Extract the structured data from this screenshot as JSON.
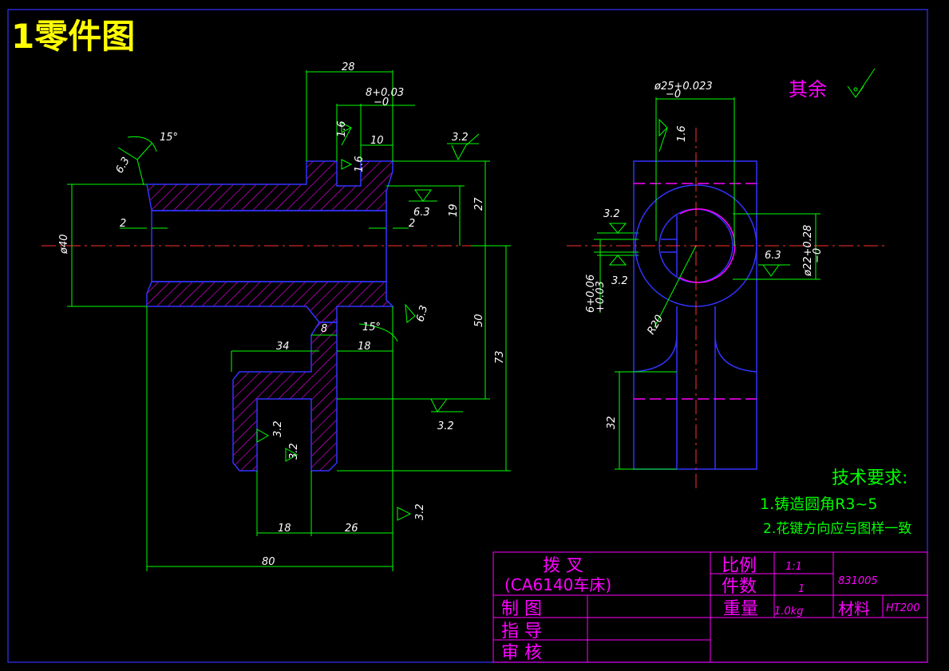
{
  "title": "1零件图",
  "rest_roughness": "其余",
  "dims": {
    "d28": "28",
    "d8tol": "8+0.03",
    "d8tol_lower": "−0",
    "d10": "10",
    "d15a": "15°",
    "d15b": "15°",
    "d2a": "2",
    "d2b": "2",
    "d40": "ø40",
    "d19": "19",
    "d27": "27",
    "d50": "50",
    "d73": "73",
    "d8": "8",
    "d34": "34",
    "d18a": "18",
    "d18b": "18",
    "d26": "26",
    "d80": "80",
    "d25": "ø25+0.023",
    "d25_lower": "−0",
    "d22": "ø22+0.28",
    "d22_lower": "−0",
    "d6": "6+0.06",
    "d6_lower": "+0.03",
    "dR20": "R20",
    "d32": "32"
  },
  "roughness": {
    "r63a": "6.3",
    "r16a": "1.6",
    "r16b": "1.6",
    "r32a": "3.2",
    "r63b": "6.3",
    "r63c": "6.3",
    "r32b": "3.2",
    "r32c": "3.2",
    "r32d": "3.2",
    "r32e": "3.2",
    "r16c": "1.6",
    "r32f": "3.2",
    "r32g": "3.2",
    "r63d": "6.3"
  },
  "tech": {
    "heading": "技术要求:",
    "item1": "1.铸造圆角R3~5",
    "item2": "2.花键方向应与图样一致"
  },
  "title_block": {
    "part_name": "拨          叉",
    "machine": "(CA6140车床)",
    "scale_label": "比例",
    "scale_value": "1:1",
    "count_label": "件数",
    "count_value": "1",
    "drawing_no": "831005",
    "weight_label": "重量",
    "weight_value": "1.0kg",
    "material_label": "材料",
    "material_value": "HT200",
    "drawn": "制          图",
    "guide": "指          导",
    "review": "审          核"
  },
  "colors": {
    "background": "#000000",
    "dimension": "#00ff00",
    "outline": "#3333ff",
    "hatch": "#ff00ff",
    "center": "#ff3030",
    "title": "#ffff00",
    "text": "#ffffff"
  }
}
